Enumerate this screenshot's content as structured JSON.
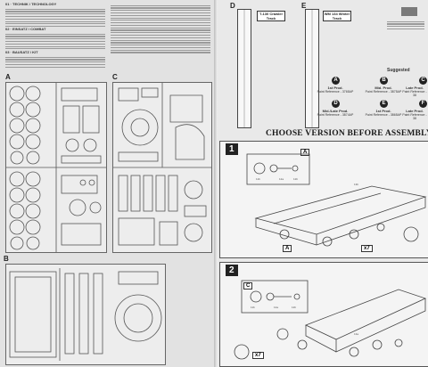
{
  "left_page": {
    "text_headings": [
      "01 · TECHNIK / TECHNOLOGY",
      "02 · EINSATZ / COMBAT",
      "03 · BAUSATZ / KIT"
    ],
    "sprue_labels": [
      "A",
      "B",
      "C"
    ]
  },
  "right_page": {
    "track_labels": [
      "D",
      "E"
    ],
    "track_tags": [
      "T-130 Crawler Track",
      "WM 134 Winter Track"
    ],
    "title": "Choose version before assembly",
    "suggested_label": "Suggested",
    "version_legend": [
      {
        "letter": "A",
        "name": "1st Prod.",
        "code": "Paint Reference - 3765AP"
      },
      {
        "letter": "B",
        "name": "Mid. Prod.",
        "code": "Paint Reference - 3875AP"
      },
      {
        "letter": "C",
        "name": "Late Prod.",
        "code": "Paint Reference - 38"
      },
      {
        "letter": "D",
        "name": "Mid./Late Prod.",
        "code": "Paint Reference - 3874AP"
      },
      {
        "letter": "E",
        "name": "1st Prod.",
        "code": "Paint Reference - 3865AP"
      },
      {
        "letter": "F",
        "name": "Late Prod.",
        "code": "Paint Reference - 38"
      }
    ],
    "steps": [
      {
        "number": "1",
        "version": "A",
        "parts": [
          "11b",
          "12a",
          "12b",
          "13b",
          "x7"
        ]
      },
      {
        "number": "2",
        "version": "C",
        "parts": [
          "11b",
          "12a",
          "12b",
          "13a",
          "x7"
        ]
      }
    ]
  },
  "colors": {
    "accent": "#222222",
    "paper": "#e9e9e9"
  }
}
